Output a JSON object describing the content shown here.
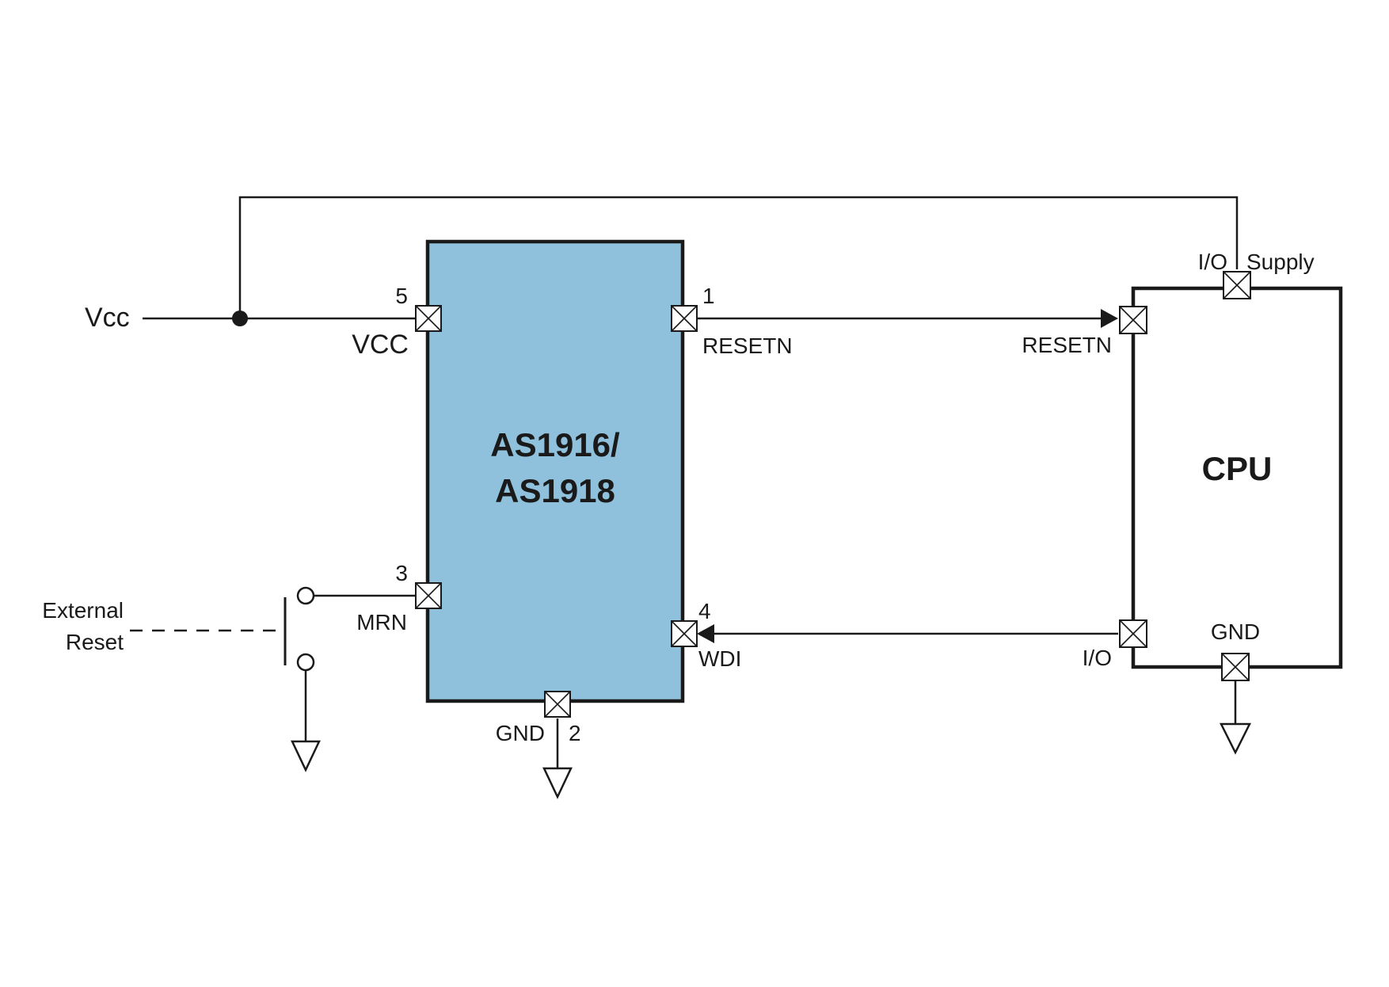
{
  "colors": {
    "chip_fill": "#8fc1dc",
    "line": "#1a1a1a",
    "background": "#ffffff"
  },
  "supply": {
    "label": "Vcc"
  },
  "switch": {
    "label_line1": "External",
    "label_line2": "Reset"
  },
  "chip": {
    "name_line1": "AS1916/",
    "name_line2": "AS1918",
    "pins": {
      "vcc": {
        "number": "5",
        "name": "VCC"
      },
      "mrn": {
        "number": "3",
        "name": "MRN"
      },
      "resetn": {
        "number": "1",
        "name": "RESETN"
      },
      "wdi": {
        "number": "4",
        "name": "WDI"
      },
      "gnd": {
        "number": "2",
        "name": "GND"
      }
    }
  },
  "cpu": {
    "name": "CPU",
    "pins": {
      "io_supply": {
        "name_part1": "I/O",
        "name_part2": "Supply"
      },
      "resetn": {
        "name": "RESETN"
      },
      "io": {
        "name": "I/O"
      },
      "gnd": {
        "name": "GND"
      }
    }
  }
}
